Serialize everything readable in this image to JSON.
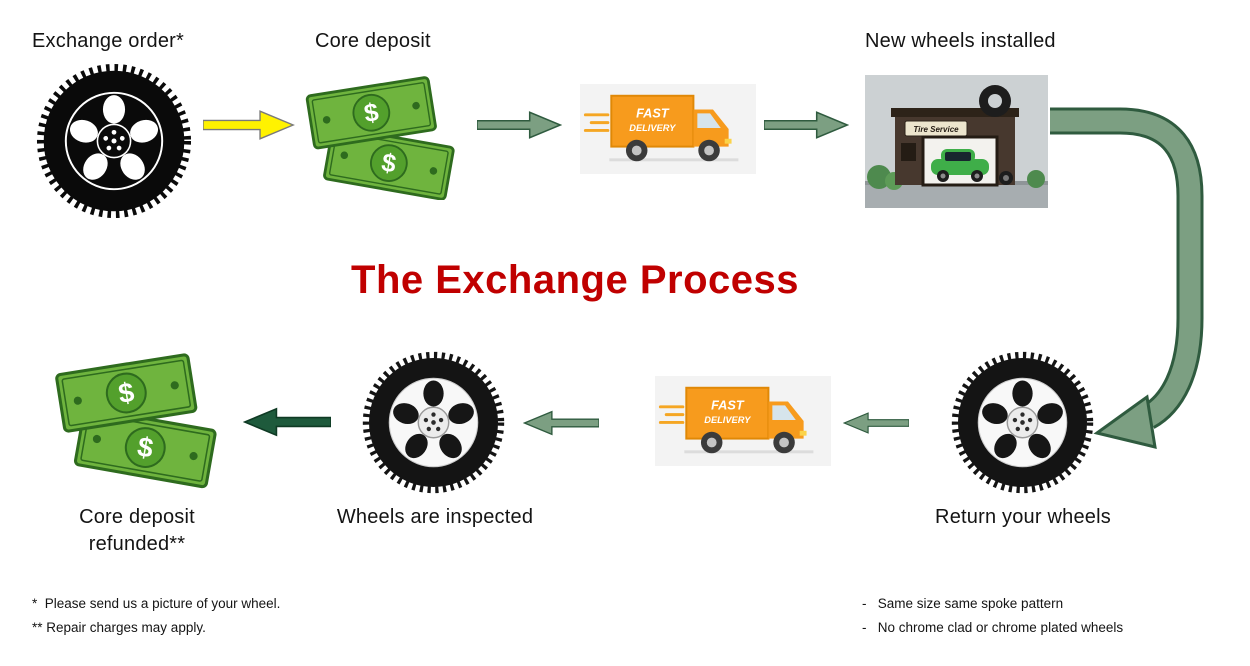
{
  "title": "The Exchange Process",
  "steps": {
    "exchange_order": "Exchange order*",
    "core_deposit": "Core deposit",
    "new_wheels": "New wheels installed",
    "return_wheels": "Return your wheels",
    "inspected": "Wheels are inspected",
    "refunded_line1": "Core deposit",
    "refunded_line2": "refunded**"
  },
  "truck": {
    "line1": "FAST",
    "line2": "DELIVERY"
  },
  "shop": {
    "sign": "Tire Service"
  },
  "money": {
    "dollar": "$"
  },
  "footnotes": {
    "left1": "*  Please send us a picture of your wheel.",
    "left2": "** Repair charges may apply.",
    "right1": "-   Same size same spoke pattern",
    "right2": "-   No chrome clad or chrome plated wheels"
  },
  "colors": {
    "title_red": "#C00000",
    "arrow_yellow": "#FFF200",
    "arrow_green": "#7C9F82",
    "arrow_dark_green": "#1E5A3C",
    "money_green": "#6FB43E",
    "truck_orange": "#F79B1D"
  }
}
